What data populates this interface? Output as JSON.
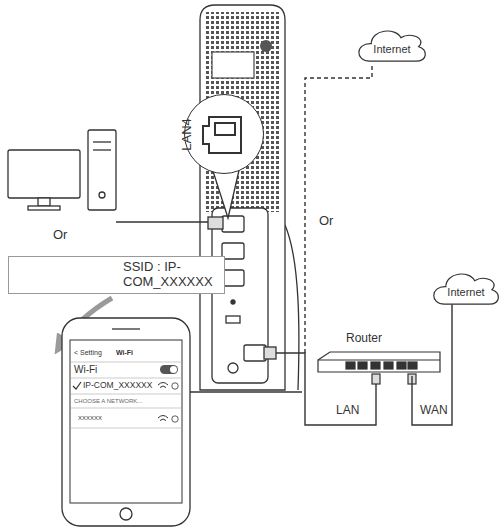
{
  "diagram": {
    "nodes": [
      {
        "text": [
          "Internet"
        ]
      },
      {
        "text": [
          "LAN4"
        ]
      },
      {
        "text": [
          "SSID : IP-COM_XXXXXX"
        ]
      },
      {
        "text": [
          "< Setting",
          "Wi-Fi",
          "Wi-Fi",
          "IP-COM_XXXXXX",
          "CHOOSE A NETWORK...",
          "XXXXXX"
        ]
      },
      {
        "text": [
          "Router"
        ]
      },
      {
        "text": [
          "Internet"
        ]
      }
    ],
    "edges": [
      {
        "from": 4,
        "to": 5,
        "arrow": "none"
      }
    ],
    "labels": [
      "Or",
      "Or",
      "LAN",
      "WAN"
    ]
  }
}
